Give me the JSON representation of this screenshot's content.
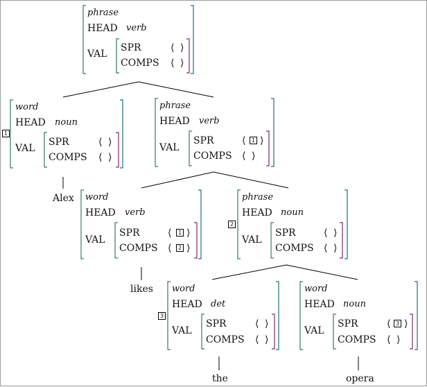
{
  "features": {
    "head": "HEAD",
    "val": "VAL",
    "spr": "SPR",
    "comps": "COMPS",
    "lang": "⟨",
    "rang": "⟩"
  },
  "types": {
    "word": "word",
    "phrase": "phrase"
  },
  "pos": {
    "verb": "verb",
    "noun": "noun",
    "det": "det"
  },
  "tags": {
    "t1": "1",
    "t2": "2",
    "t3": "3"
  },
  "leaves": {
    "alex": "Alex",
    "likes": "likes",
    "the": "the",
    "opera": "opera"
  },
  "colors": {
    "bracket_outer_left": "#2e7d5b",
    "bracket_outer_right": "#1a6f7a",
    "bracket_inner": "#7a2a6f",
    "tree_line": "#000000"
  }
}
